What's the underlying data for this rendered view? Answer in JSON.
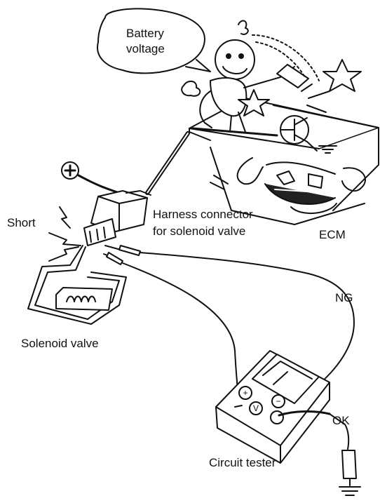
{
  "labels": {
    "battery_voltage_line1": "Battery",
    "battery_voltage_line2": "voltage",
    "short": "Short",
    "harness_line1": "Harness connector",
    "harness_line2": "for solenoid valve",
    "ecm": "ECM",
    "ng": "NG",
    "solenoid_valve": "Solenoid valve",
    "ok": "OK",
    "circuit_tester": "Circuit tester"
  },
  "tester_buttons": {
    "plus": "+",
    "v": "V",
    "minus": "−"
  },
  "colors": {
    "ink": "#111111",
    "paper": "#ffffff"
  }
}
